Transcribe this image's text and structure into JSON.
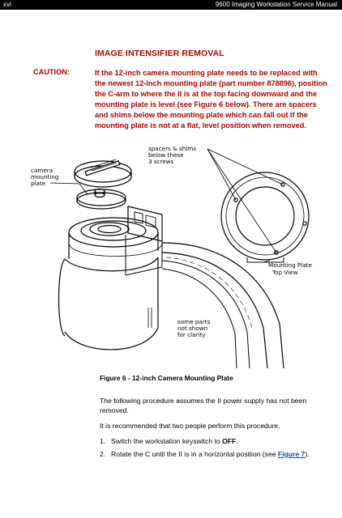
{
  "header": {
    "page_number": "xvi",
    "manual_title": "9600 Imaging Workstation Service Manual"
  },
  "section_title": "IMAGE INTENSIFIER REMOVAL",
  "caution": {
    "label": "CAUTION:",
    "text": "If the 12-inch camera mounting plate needs to be replaced with the newest 12-inch mounting plate (part number 878896), position the C-arm to where the II is at the top facing downward and the mounting plate is level (see Figure 6 below).  There are spacers and shims below the mounting plate which can fall out if the mounting plate is not at a flat, level position when removed."
  },
  "figure": {
    "labels": {
      "camera_1": "camera",
      "camera_2": "mounting",
      "camera_3": "plate",
      "spacers_1": "spacers & shims",
      "spacers_2": "below these",
      "spacers_3": "3 screws",
      "top_view_1": "Mounting Plate",
      "top_view_2": "Top View",
      "note_1": "some parts",
      "note_2": "not shown",
      "note_3": "for clarity"
    },
    "caption": "Figure 6 - 12-inch Camera Mounting Plate"
  },
  "paragraphs": {
    "p1": "The following procedure assumes the II power supply has not been removed.",
    "p2": "It is recommended that two people perform this procedure."
  },
  "steps": [
    {
      "number": "1.",
      "text_before": "Switch the workstation keyswitch to ",
      "emphasis": "OFF",
      "text_after": "."
    },
    {
      "number": "2.",
      "text_before": "Rotate the C until the II is in a horizontal position (see ",
      "link": "Figure 7",
      "text_after": ")."
    }
  ]
}
